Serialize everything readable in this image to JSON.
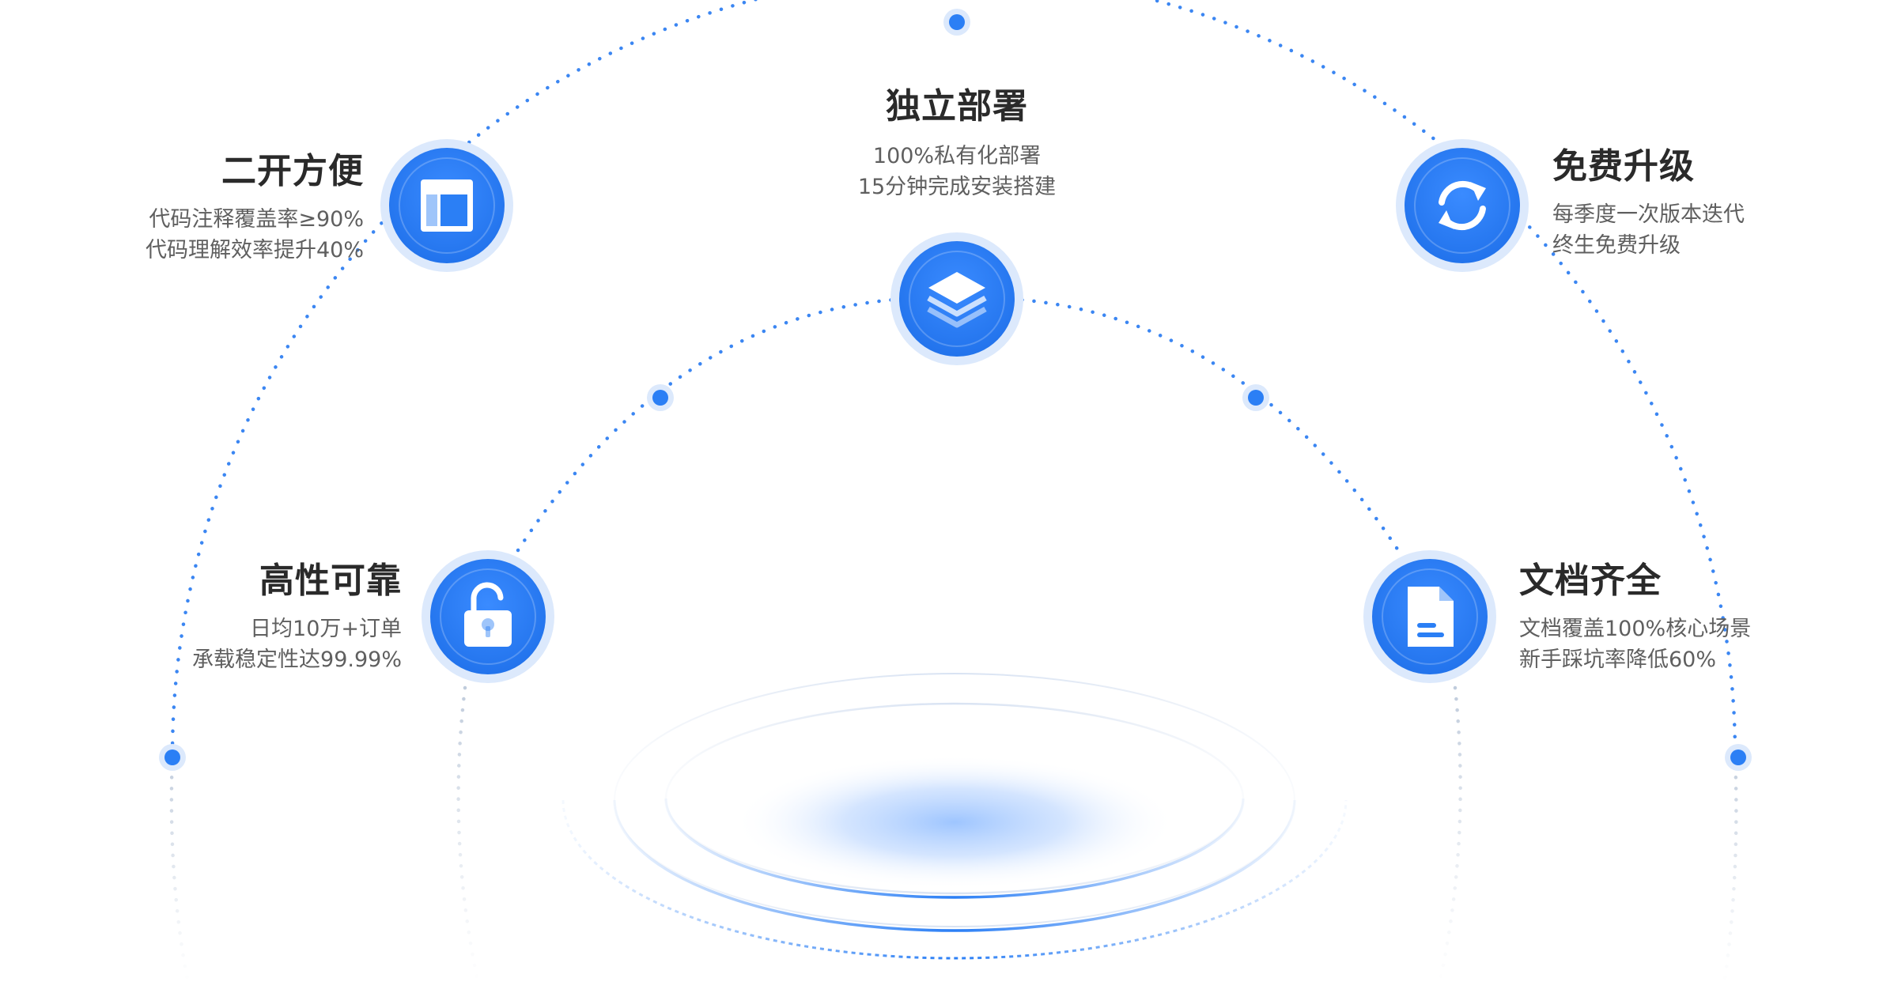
{
  "features": {
    "deploy": {
      "title": "独立部署",
      "line1": "100%私有化部署",
      "line2": "15分钟完成安装搭建",
      "icon": "layers-icon"
    },
    "dev": {
      "title": "二开方便",
      "line1": "代码注释覆盖率≥90%",
      "line2": "代码理解效率提升40%",
      "icon": "layout-panel-icon"
    },
    "upgrade": {
      "title": "免费升级",
      "line1": "每季度一次版本迭代",
      "line2": "终生免费升级",
      "icon": "refresh-icon"
    },
    "reliable": {
      "title": "高性可靠",
      "line1": "日均10万+订单",
      "line2": "承载稳定性达99.99%",
      "icon": "unlock-icon"
    },
    "docs": {
      "title": "文档齐全",
      "line1": "文档覆盖100%核心场景",
      "line2": "新手踩坑率降低60%",
      "icon": "document-icon"
    }
  },
  "colors": {
    "accent": "#2b7ff5",
    "accent_light": "#dce9fc",
    "dot": "#3b86f2",
    "text_title": "#2a2a2a",
    "text_desc": "#5f5f5f"
  }
}
